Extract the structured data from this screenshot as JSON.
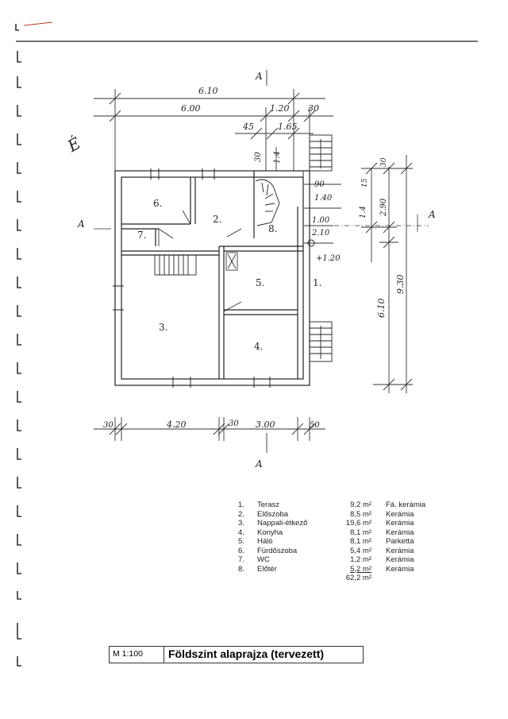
{
  "plan": {
    "dimensions": {
      "top_total": "6.10",
      "top_left": "6.00",
      "top_mid": "1.20",
      "top_right": "30",
      "second_a": "45",
      "second_b": "1.65",
      "stair_a": "30",
      "stair_b": "1.4",
      "right_a": "90",
      "right_b": "1.40",
      "right_c": "1.00",
      "right_d": "2.10",
      "elevation": "+1.20",
      "vert_a": "1.4",
      "vert_b": "2.90",
      "vert_c": "15",
      "vert_d": "30",
      "vert_e": "9.30",
      "vert_f": "6.10",
      "bottom_a": "30",
      "bottom_b": "4.20",
      "bottom_c": "30",
      "bottom_d": "3.00",
      "bottom_e": "50"
    },
    "section_labels": {
      "top": "A",
      "bottom": "A",
      "left": "A",
      "right": "A"
    },
    "north_label": "É",
    "rooms": [
      "1.",
      "2.",
      "3.",
      "4.",
      "5.",
      "6.",
      "7.",
      "8."
    ]
  },
  "legend": {
    "rooms": [
      {
        "num": "1.",
        "name": "Terasz",
        "area": "9,2 m²",
        "material": "Fá. kerámia"
      },
      {
        "num": "2.",
        "name": "Előszoba",
        "area": "8,5 m²",
        "material": "Kerámia"
      },
      {
        "num": "3.",
        "name": "Nappali-étkező",
        "area": "19,6 m²",
        "material": "Kerámia"
      },
      {
        "num": "4.",
        "name": "Konyha",
        "area": "8,1 m²",
        "material": "Kerámia"
      },
      {
        "num": "5.",
        "name": "Háló",
        "area": "8,1 m²",
        "material": "Parketta"
      },
      {
        "num": "6.",
        "name": "Fürdőszoba",
        "area": "5,4 m²",
        "material": "Kerámia"
      },
      {
        "num": "7.",
        "name": "WC",
        "area": "1,2 m²",
        "material": "Kerámia"
      },
      {
        "num": "8.",
        "name": "Előtér",
        "area": "5,2 m²",
        "material": "Kerámia"
      }
    ],
    "total": "62,2 m²"
  },
  "title_block": {
    "scale": "M 1:100",
    "title": "Földszint alaprajza (tervezett)"
  }
}
